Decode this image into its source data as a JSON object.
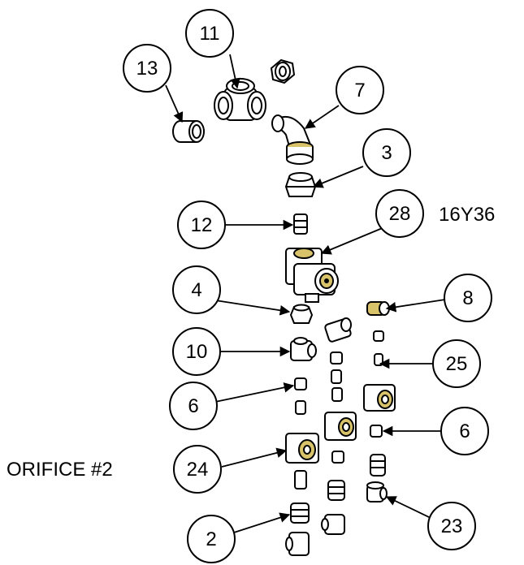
{
  "callouts": {
    "c11": "11",
    "c13": "13",
    "c7": "7",
    "c3": "3",
    "c12": "12",
    "c28": "28",
    "c4": "4",
    "c8": "8",
    "c10": "10",
    "c25": "25",
    "c6a": "6",
    "c6b": "6",
    "c24": "24",
    "c2": "2",
    "c23": "23"
  },
  "notes": {
    "valve_model": "16Y36",
    "orifice": "ORIFICE #2"
  },
  "colors": {
    "line": "#000000",
    "brass": "#d9c36a",
    "body": "#ffffff"
  }
}
